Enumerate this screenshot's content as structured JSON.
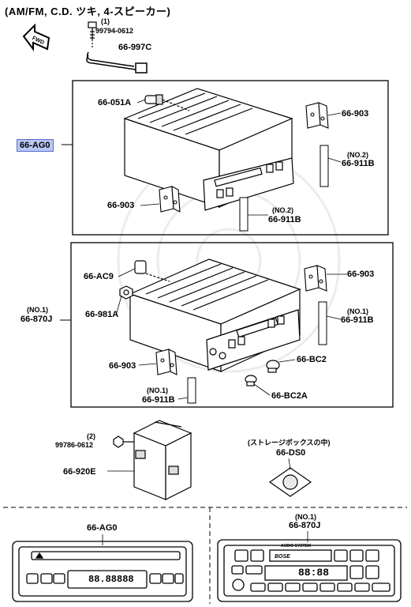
{
  "header": "(AM/FM, C.D. ツキ, 4-スピーカー)",
  "fwd": "FWD",
  "parts": {
    "bolt_qty": "(1)",
    "bolt_no": "99794-0612",
    "harness": "66-997C",
    "cd_unit": "66-AG0",
    "sensor": "66-051A",
    "bracket_r1": "66-903",
    "plate_r1_tag": "(NO.2)",
    "plate_r1": "66-911B",
    "bracket_l1": "66-903",
    "plate_l1_tag": "(NO.2)",
    "plate_l1": "66-911B",
    "ac9": "66-AC9",
    "bracket_r2": "66-903",
    "cas_tag": "(NO.1)",
    "cas_unit": "66-870J",
    "nut": "66-981A",
    "plate_r2_tag": "(NO.1)",
    "plate_r2": "66-911B",
    "bc2": "66-BC2",
    "bracket_l2": "66-903",
    "plate_l2_tag": "(NO.1)",
    "plate_l2": "66-911B",
    "bc2a": "66-BC2A",
    "bolt2_qty": "(2)",
    "bolt2_no": "99786-0612",
    "amp": "66-920E",
    "storage_note": "(ストレージボックスの中)",
    "ds0": "66-DS0"
  },
  "bottom": {
    "left_label": "66-AG0",
    "right_tag": "(NO.1)",
    "right_label": "66-870J",
    "left_display": "88.88888",
    "right_display": "88:88",
    "bose": "BOSE",
    "audio_system": "AUDIO SYSTEM"
  }
}
